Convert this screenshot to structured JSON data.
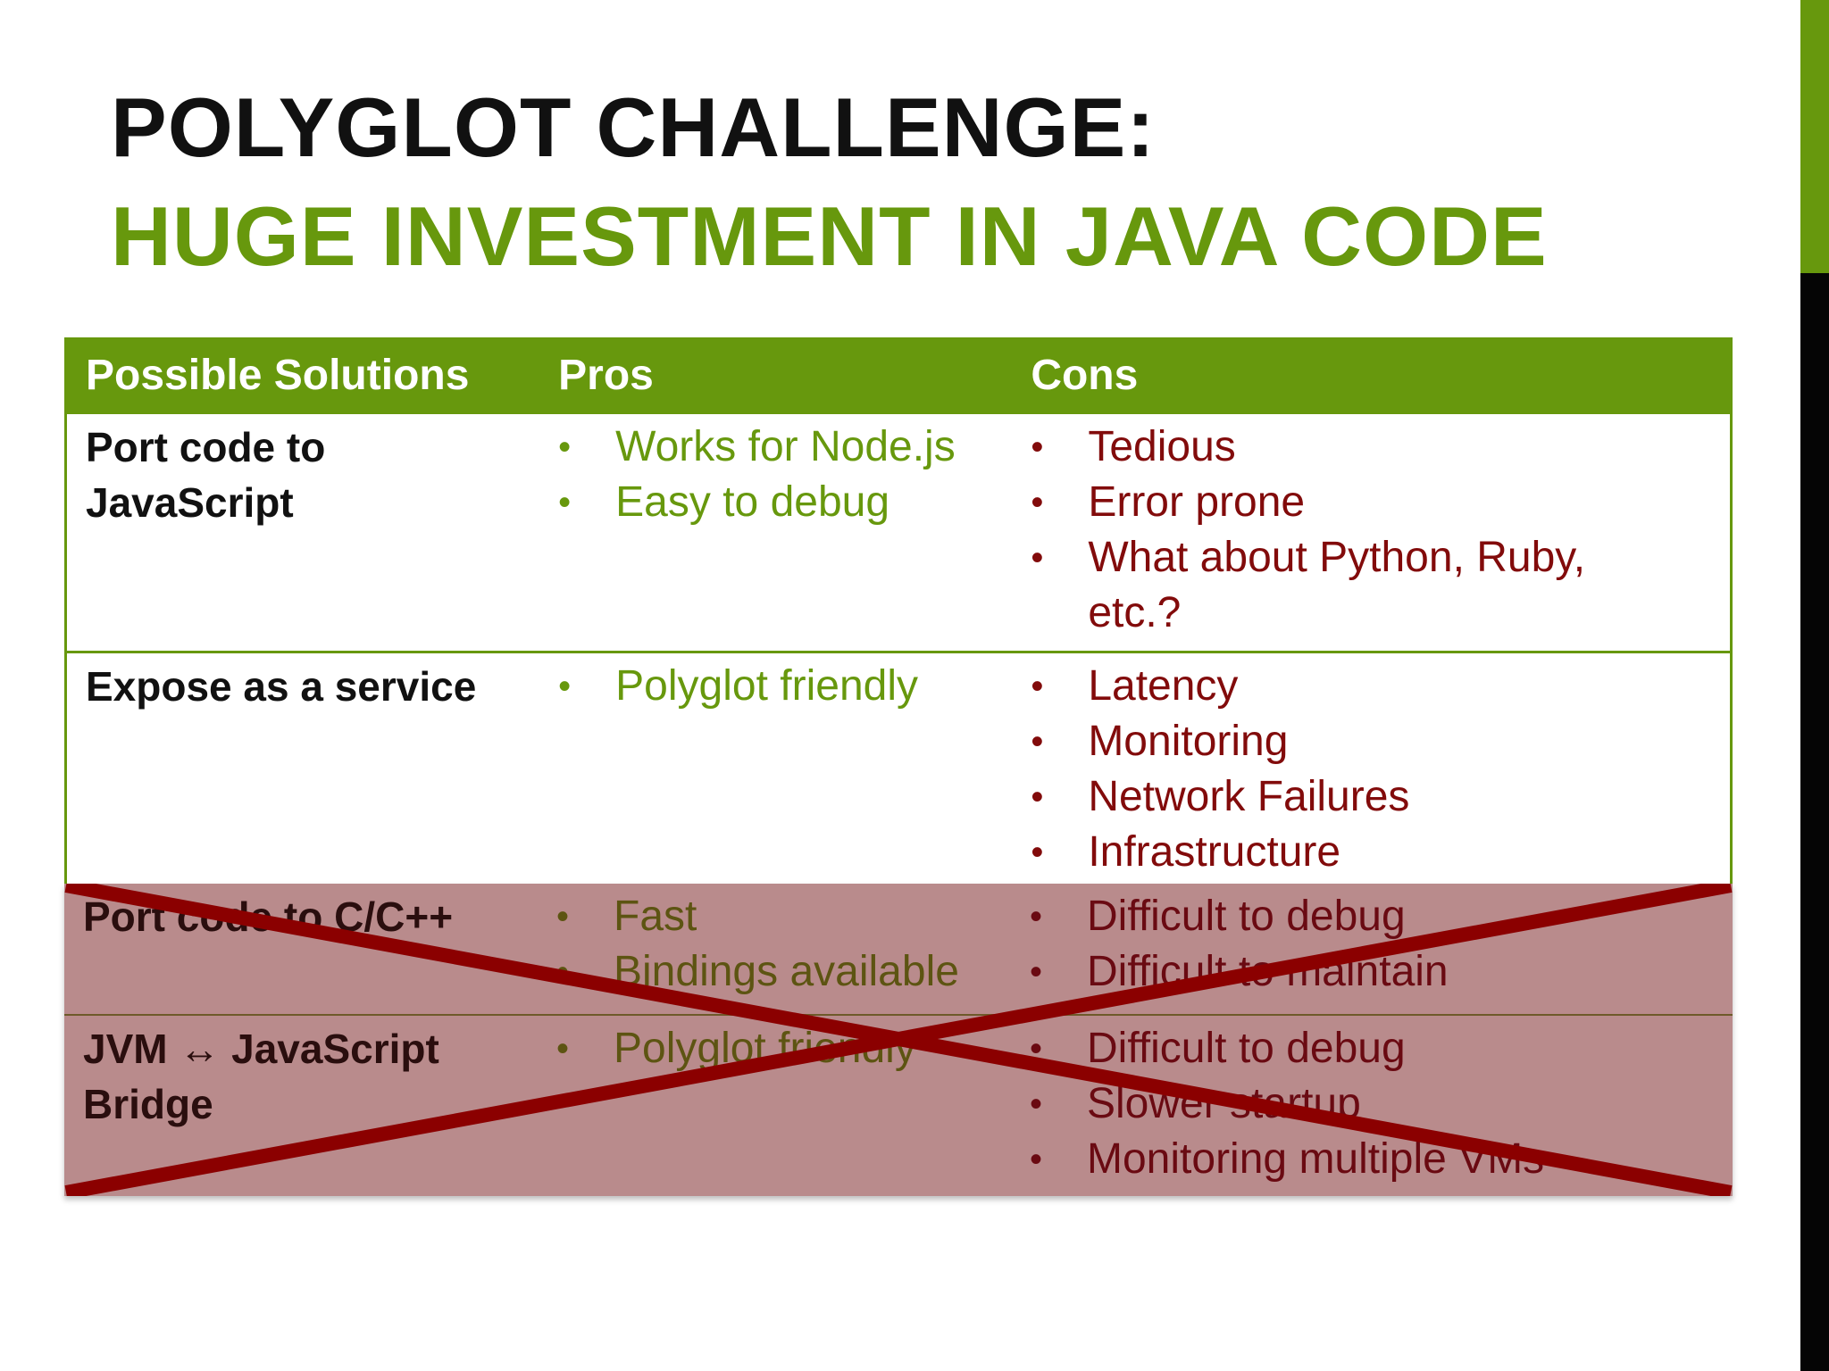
{
  "title": {
    "line1": "POLYGLOT CHALLENGE:",
    "line2": "HUGE INVESTMENT IN JAVA CODE"
  },
  "table": {
    "headers": [
      "Possible Solutions",
      "Pros",
      "Cons"
    ],
    "rows": [
      {
        "solution": [
          "Port code to",
          "JavaScript"
        ],
        "pros": [
          "Works for Node.js",
          "Easy to debug"
        ],
        "cons": [
          "Tedious",
          "Error prone",
          "What about Python, Ruby,",
          "etc.?"
        ]
      },
      {
        "solution": [
          "Expose as a service"
        ],
        "pros": [
          "Polyglot friendly"
        ],
        "cons": [
          "Latency",
          "Monitoring",
          "Network Failures",
          "Infrastructure"
        ]
      },
      {
        "solution": [
          "Port code to C/C++"
        ],
        "pros": [
          "Fast",
          "Bindings available"
        ],
        "cons": [
          "Difficult to debug",
          "Difficult to maintain"
        ]
      },
      {
        "solution": [
          "JVM ↔ JavaScript",
          "Bridge"
        ],
        "pros": [
          "Polyglot friendly"
        ],
        "cons": [
          "Difficult to debug",
          "Slower startup",
          "Monitoring multiple VMs"
        ]
      }
    ]
  },
  "bullet_glyph": "•",
  "colors": {
    "accent_green": "#67980d",
    "con_red": "#820b0b",
    "cross_red": "#8b0000",
    "crossed_fill": "#b98b8c"
  }
}
